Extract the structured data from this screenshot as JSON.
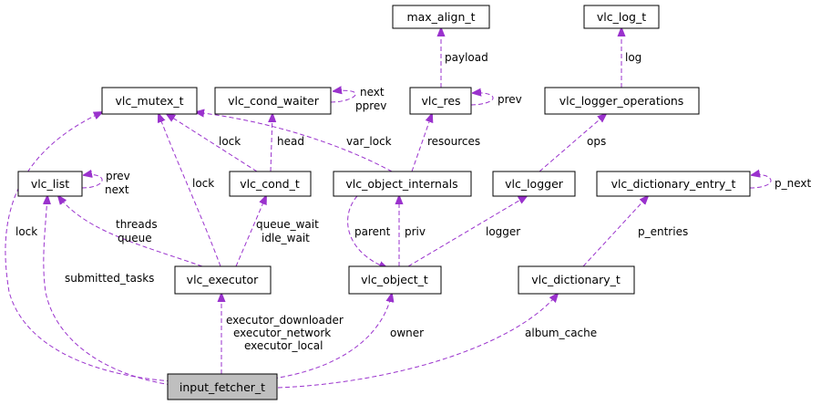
{
  "nodes": {
    "max_align_t": "max_align_t",
    "vlc_log_t": "vlc_log_t",
    "vlc_mutex_t": "vlc_mutex_t",
    "vlc_cond_waiter": "vlc_cond_waiter",
    "vlc_res": "vlc_res",
    "vlc_logger_operations": "vlc_logger_operations",
    "vlc_list": "vlc_list",
    "vlc_cond_t": "vlc_cond_t",
    "vlc_object_internals": "vlc_object_internals",
    "vlc_logger": "vlc_logger",
    "vlc_dictionary_entry_t": "vlc_dictionary_entry_t",
    "vlc_executor": "vlc_executor",
    "vlc_object_t": "vlc_object_t",
    "vlc_dictionary_t": "vlc_dictionary_t",
    "input_fetcher_t": "input_fetcher_t"
  },
  "edge_labels": {
    "payload": "payload",
    "log": "log",
    "next": "next",
    "pprev": "pprev",
    "res_prev": "prev",
    "ops": "ops",
    "list_prev": "prev",
    "list_next": "next",
    "lock_cond": "lock",
    "head": "head",
    "var_lock": "var_lock",
    "resources": "resources",
    "p_next": "p_next",
    "lock_exec": "lock",
    "threads": "threads",
    "queue": "queue",
    "queue_wait": "queue_wait",
    "idle_wait": "idle_wait",
    "parent": "parent",
    "priv": "priv",
    "logger": "logger",
    "p_entries": "p_entries",
    "lock_input": "lock",
    "submitted_tasks": "submitted_tasks",
    "executor_downloader": "executor_downloader",
    "executor_network": "executor_network",
    "executor_local": "executor_local",
    "owner": "owner",
    "album_cache": "album_cache"
  },
  "colors": {
    "edge": "#9a32cd",
    "focus_node_fill": "#bfbfbf",
    "node_border": "#000000"
  }
}
